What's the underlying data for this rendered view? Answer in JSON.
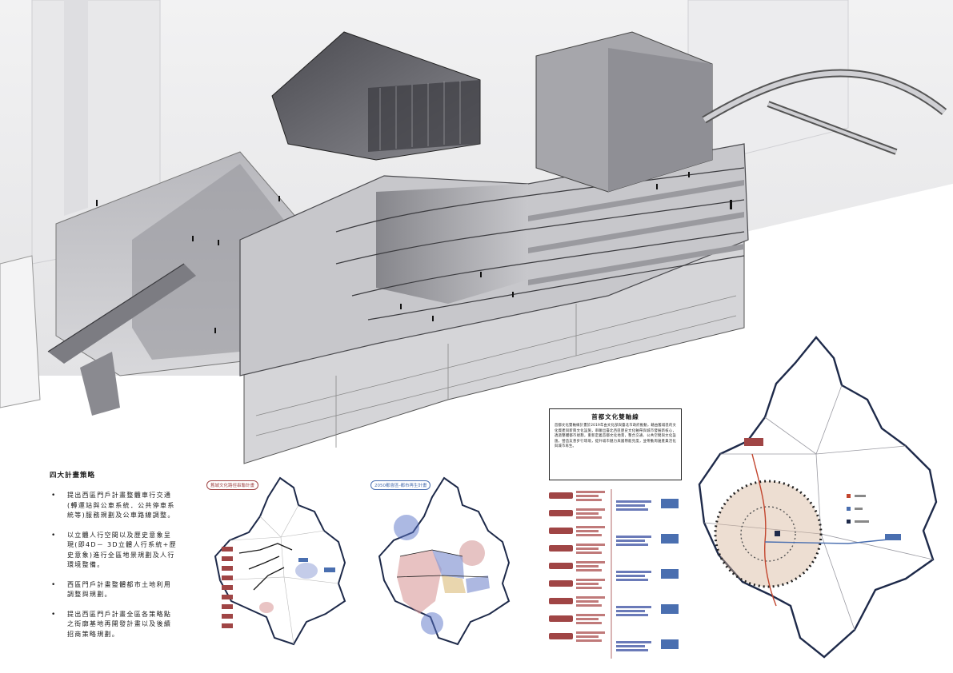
{
  "strategy": {
    "heading": "四大計畫策略",
    "items": [
      "提出西區門戶計畫整體車行交通(轉運站與公車系統．公共停車系統等)服務規劃及公車路線調整。",
      "以立體人行空間以及歷史意象呈現(即4D－ 3D立體人行系統+歷史意象)進行全區地景規劃及人行環境整備。",
      "西區門戶計畫整體都市土地利用調整與規劃。",
      "提出西區門戶計畫全區各策略點之街廓基地再開發計畫以及後續招商策略規劃。"
    ]
  },
  "maps": {
    "map1_tag": "舊城文化路徑串聯計畫",
    "map2_tag": "2050都會區-都市再生計畫"
  },
  "infobox": {
    "title": "首都文化雙軸線",
    "body": "首都文化雙軸線計畫於2019年由文化部與臺北市政府推動，藉由舊城區的文化資產與新興文化設施，串聯出臺北西區歷史文化軸帶與城市發展新核心，透過整體都市規劃，重新定義首都文化地景，整合交通、公共空間與文化設施，營造友善步行環境，提升城市魅力與國際能見度，並帶動周邊產業活化與城市再生。"
  },
  "colors": {
    "accent_red": "#a04545",
    "accent_blue": "#4a6fb0",
    "ink": "#1a1a1a"
  }
}
